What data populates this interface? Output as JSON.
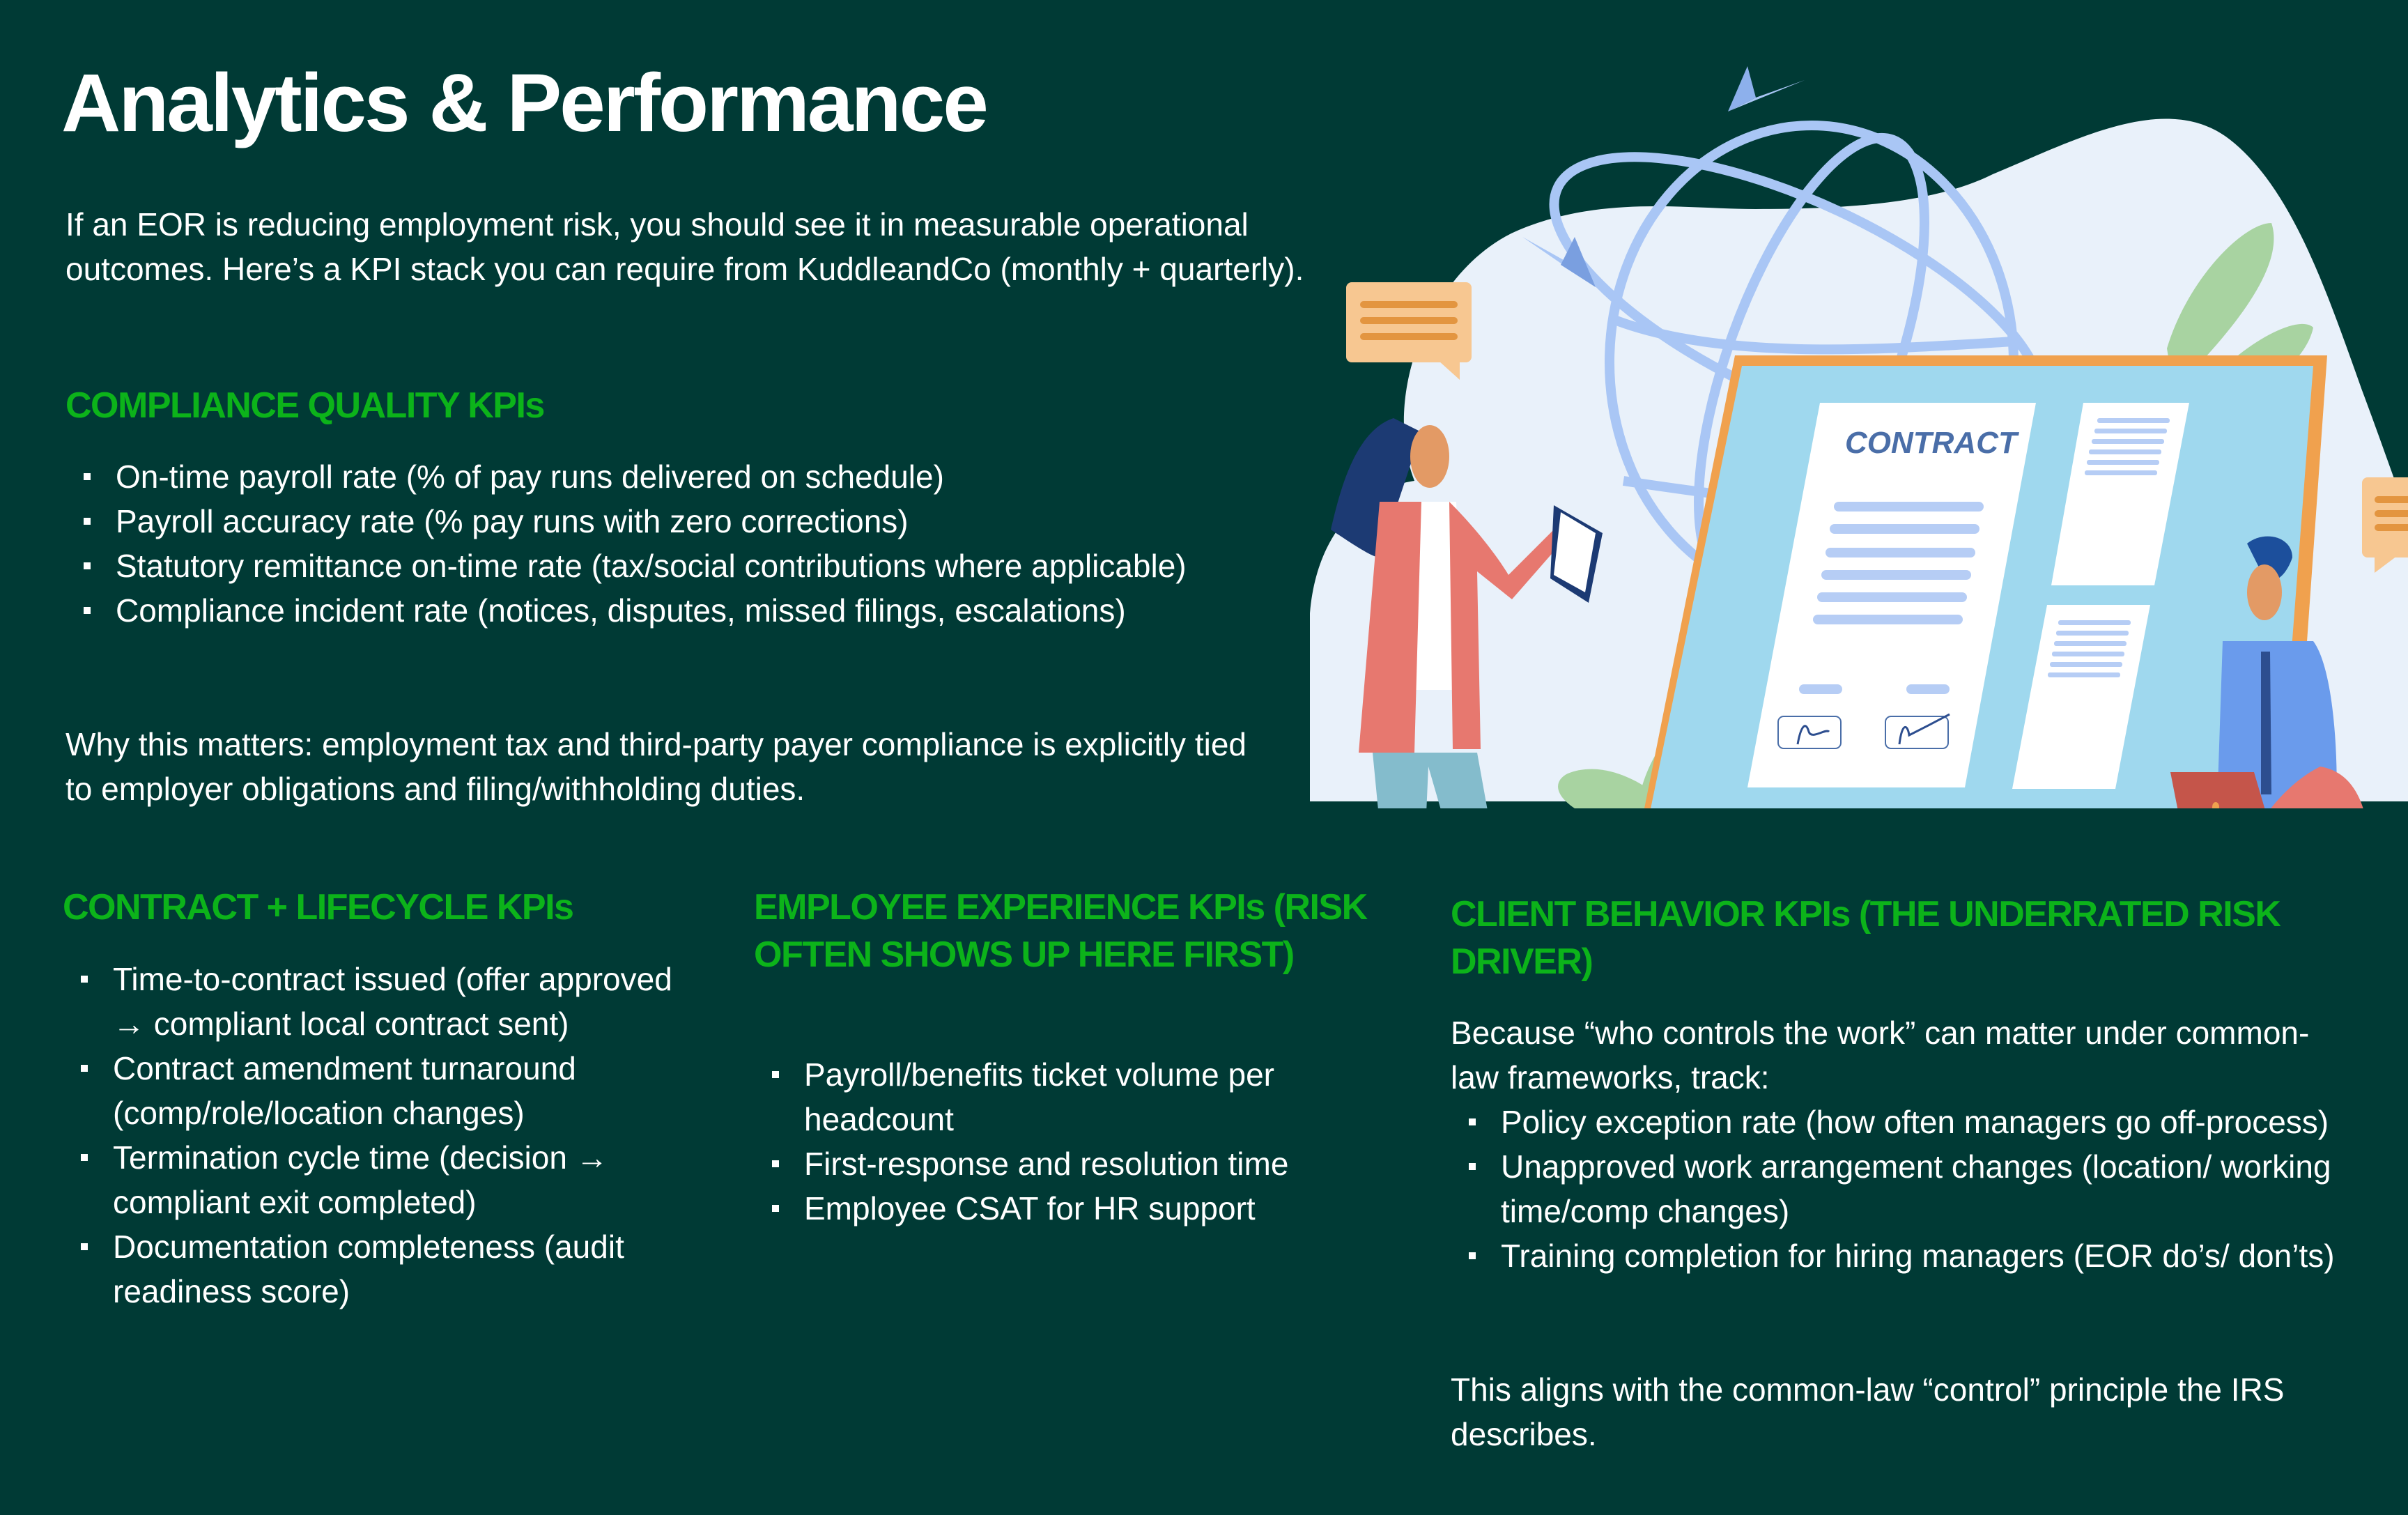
{
  "page": {
    "title": "Analytics & Performance",
    "intro": "If an EOR is reducing employment risk, you should see it in measurable operational outcomes. Here’s a KPI stack you can require from KuddleandCo (monthly + quarterly).",
    "accent_color": "#0cb31a",
    "background_color": "#003a35"
  },
  "compliance": {
    "heading": "COMPLIANCE QUALITY KPIs",
    "items": [
      "On-time payroll rate (% of pay runs delivered on schedule)",
      "Payroll accuracy rate (% pay runs with zero corrections)",
      "Statutory remittance on-time rate (tax/social contributions where applicable)",
      "Compliance incident rate (notices, disputes, missed filings, escalations)"
    ],
    "why": "Why this matters: employment tax and third-party payer compliance is explicitly tied to employer obligations and filing/withholding duties."
  },
  "contract": {
    "heading": "CONTRACT + LIFECYCLE KPIs",
    "items": [
      "Time-to-contract issued (offer approved → compliant local contract sent)",
      "Contract amendment turnaround (comp/role/location changes)",
      "Termination cycle time (decision → compliant exit completed)",
      "Documentation completeness (audit readiness score)"
    ]
  },
  "employee": {
    "heading": "EMPLOYEE EXPERIENCE KPIs (RISK OFTEN SHOWS UP HERE FIRST)",
    "items": [
      "Payroll/benefits ticket volume per headcount",
      "First-response and resolution time",
      "Employee CSAT for HR support"
    ]
  },
  "client": {
    "heading": "CLIENT BEHAVIOR KPIs (THE UNDERRATED RISK DRIVER)",
    "intro": "Because “who controls the work” can matter under common-law frameworks, track:",
    "items": [
      "Policy exception rate (how often managers go off-process)",
      "Unapproved work arrangement changes (location/ working time/comp changes)",
      "Training completion for hiring managers (EOR do’s/ don’ts)"
    ],
    "outro": "This aligns with the common-law “control” principle the IRS describes."
  },
  "illustration": {
    "contract_label": "CONTRACT",
    "icons": [
      "globe-icon",
      "paper-plane-icon",
      "chat-bubble-icon",
      "monitor-icon",
      "person-icon",
      "laptop-icon",
      "plant-icon"
    ]
  }
}
